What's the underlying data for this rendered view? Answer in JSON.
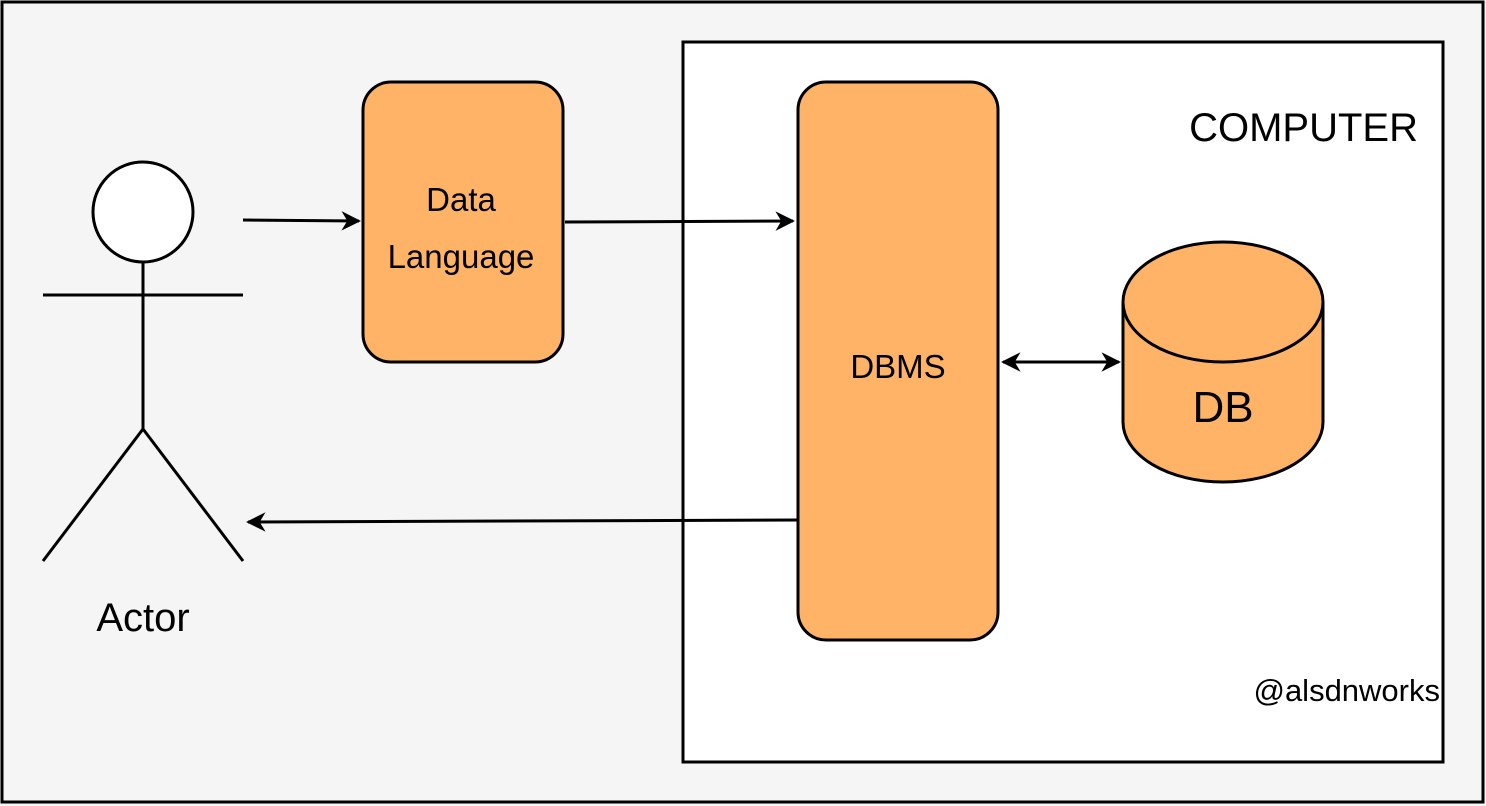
{
  "actor": {
    "label": "Actor"
  },
  "nodes": {
    "data_language": {
      "line1": "Data",
      "line2": "Language"
    },
    "dbms": {
      "label": "DBMS"
    },
    "db": {
      "label": "DB"
    }
  },
  "computer": {
    "label": "COMPUTER",
    "watermark": "@alsdnworks"
  },
  "colors": {
    "node_fill": "#ffb366",
    "stroke": "#000000",
    "background": "#f5f5f5",
    "actor_head_fill": "#ffffff"
  },
  "edges": [
    {
      "from": "actor",
      "to": "data_language",
      "kind": "arrow"
    },
    {
      "from": "data_language",
      "to": "dbms",
      "kind": "arrow"
    },
    {
      "from": "dbms",
      "to": "db",
      "kind": "bidirectional"
    },
    {
      "from": "dbms",
      "to": "actor",
      "kind": "arrow"
    }
  ]
}
